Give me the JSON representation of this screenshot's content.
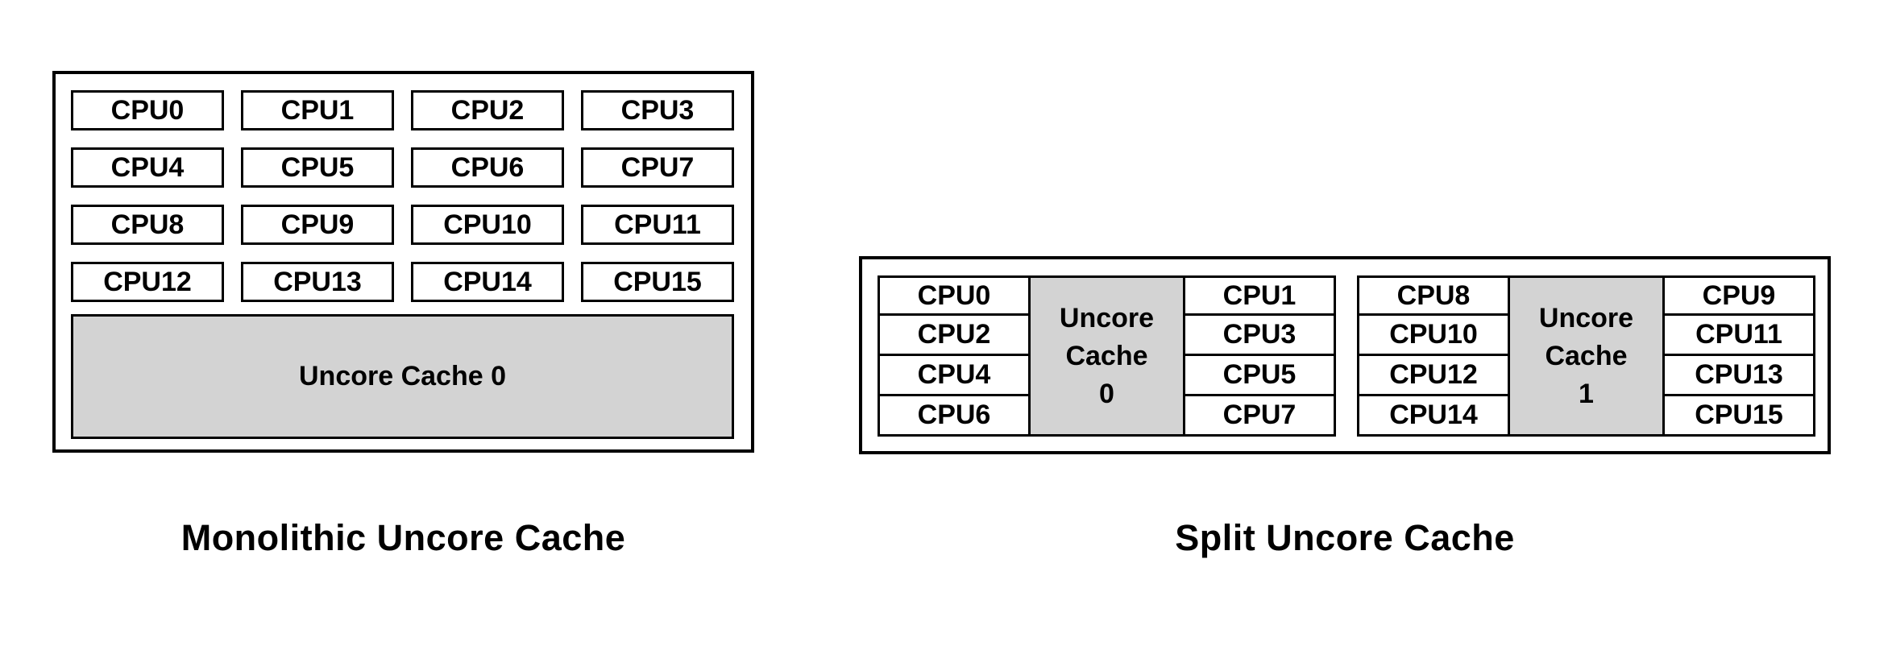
{
  "colors": {
    "cache_fill": "#d3d3d3",
    "border": "#000000",
    "background": "#ffffff",
    "text": "#000000"
  },
  "monolithic": {
    "caption": "Monolithic Uncore Cache",
    "cache_label": "Uncore Cache 0",
    "cpus": [
      "CPU0",
      "CPU1",
      "CPU2",
      "CPU3",
      "CPU4",
      "CPU5",
      "CPU6",
      "CPU7",
      "CPU8",
      "CPU9",
      "CPU10",
      "CPU11",
      "CPU12",
      "CPU13",
      "CPU14",
      "CPU15"
    ]
  },
  "split": {
    "caption": "Split Uncore Cache",
    "groups": [
      {
        "left_cpus": [
          "CPU0",
          "CPU2",
          "CPU4",
          "CPU6"
        ],
        "cache_lines": [
          "Uncore",
          "Cache",
          "0"
        ],
        "right_cpus": [
          "CPU1",
          "CPU3",
          "CPU5",
          "CPU7"
        ]
      },
      {
        "left_cpus": [
          "CPU8",
          "CPU10",
          "CPU12",
          "CPU14"
        ],
        "cache_lines": [
          "Uncore",
          "Cache",
          "1"
        ],
        "right_cpus": [
          "CPU9",
          "CPU11",
          "CPU13",
          "CPU15"
        ]
      }
    ]
  }
}
